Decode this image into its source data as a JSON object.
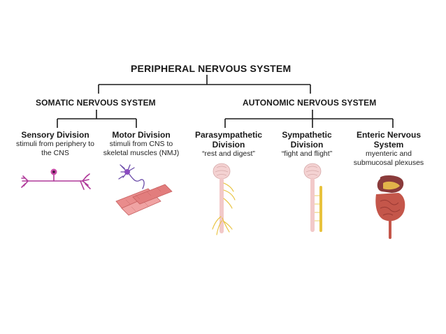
{
  "title": "PERIPHERAL NERVOUS SYSTEM",
  "branches": {
    "somatic": "SOMATIC NERVOUS SYSTEM",
    "autonomic": "AUTONOMIC NERVOUS SYSTEM"
  },
  "divisions": [
    {
      "title": "Sensory Division",
      "desc": "stimuli from periphery to the CNS",
      "illustration": "sensory-neuron"
    },
    {
      "title": "Motor Division",
      "desc": "stimuli from CNS to skeletal muscles (NMJ)",
      "illustration": "motor-neuron-muscle"
    },
    {
      "title": "Parasympathetic Division",
      "desc": "“rest and digest”",
      "illustration": "brain-spinal-cord-parasympathetic"
    },
    {
      "title": "Sympathetic Division",
      "desc": "“fight and flight”",
      "illustration": "brain-spinal-cord-sympathetic-chain"
    },
    {
      "title": "Enteric Nervous System",
      "desc": "myenteric and submucosal plexuses",
      "illustration": "digestive-tract"
    }
  ],
  "colors": {
    "neuron": "#b03a9a",
    "muscle": "#e98c8c",
    "nerve": "#e8c23c",
    "spine": "#f2c9c9",
    "gut": "#c4564a"
  }
}
